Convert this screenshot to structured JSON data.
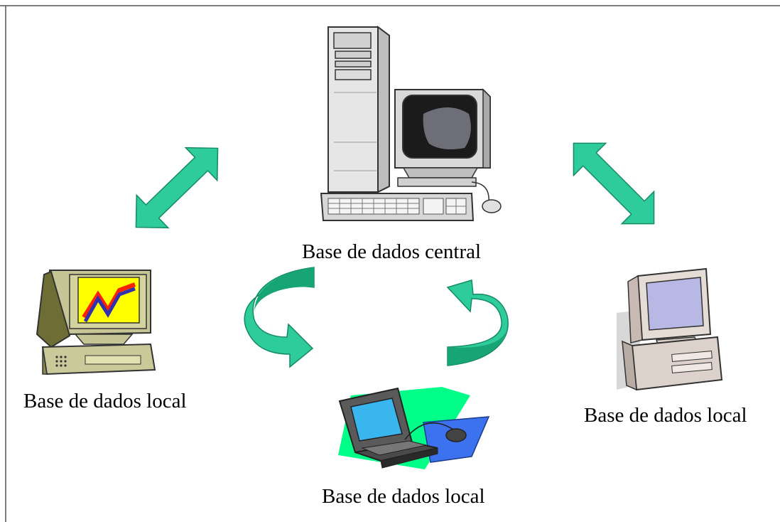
{
  "nodes": {
    "central": {
      "label": "Base de dados central",
      "icon": "server-tower-icon"
    },
    "left": {
      "label": "Base de dados local",
      "icon": "desktop-computer-chart-icon"
    },
    "right": {
      "label": "Base de dados local",
      "icon": "desktop-computer-icon"
    },
    "bottom": {
      "label": "Base de dados local",
      "icon": "laptop-icon"
    }
  },
  "colors": {
    "arrow": "#2ecc9a",
    "arrow_dark": "#138a63",
    "frame": "#555555"
  }
}
